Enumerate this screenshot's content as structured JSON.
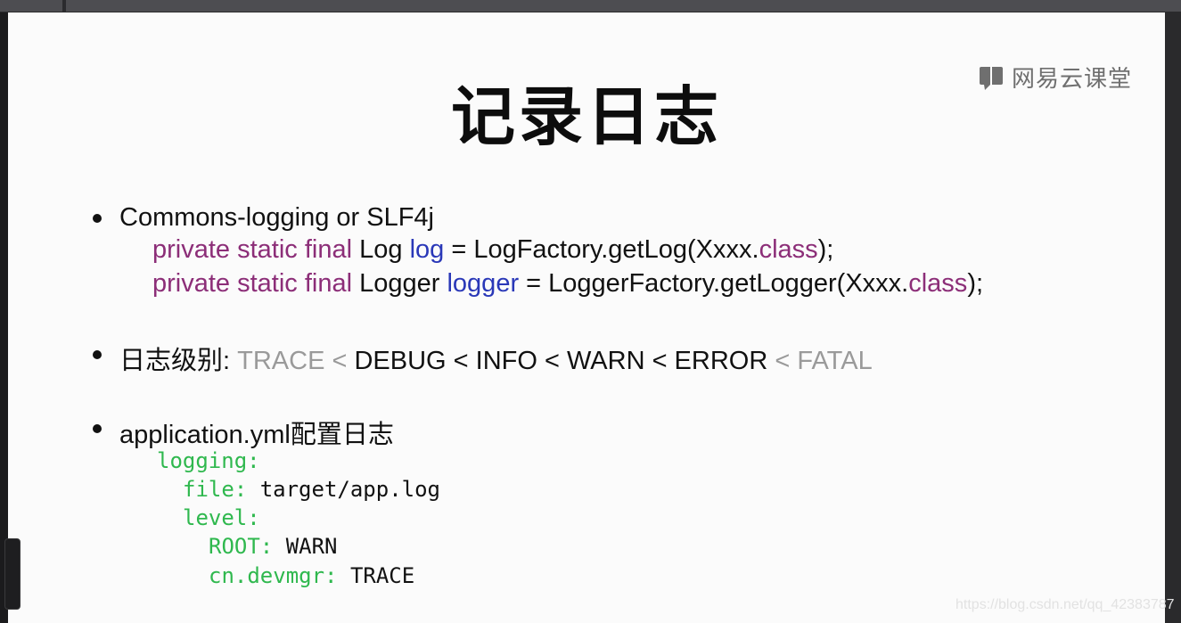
{
  "slide": {
    "title": "记录日志",
    "logo_text": "网易云课堂",
    "bullets": {
      "b1": {
        "heading": "Commons-logging or SLF4j",
        "code1": {
          "modifiers": "private static final",
          "type": "Log",
          "var": "log",
          "equals": "=",
          "call": "LogFactory.getLog(Xxxx.",
          "kw_class": "class",
          "end": ");"
        },
        "code2": {
          "modifiers": "private static final",
          "type": "Logger",
          "var": "logger",
          "equals": "=",
          "call": "LoggerFactory.getLogger(Xxxx.",
          "kw_class": "class",
          "end": ");"
        }
      },
      "b2": {
        "label": "日志级别:",
        "trace": "TRACE",
        "lt1": "<",
        "middle": "DEBUG < INFO < WARN < ERROR",
        "lt2": "<",
        "fatal": "FATAL"
      },
      "b3": {
        "heading": "application.yml配置日志",
        "yaml": {
          "logging_key": "logging:",
          "file_key": "file:",
          "file_value": "target/app.log",
          "level_key": "level:",
          "root_key": "ROOT:",
          "root_value": "WARN",
          "pkg_key": "cn.devmgr:",
          "pkg_value": "TRACE"
        }
      }
    },
    "watermark": "https://blog.csdn.net/qq_42383787"
  },
  "colors": {
    "keyword": "#8c2e78",
    "variable": "#2a38b8",
    "muted": "#9a9a9a",
    "yaml_key": "#2fb84e"
  }
}
